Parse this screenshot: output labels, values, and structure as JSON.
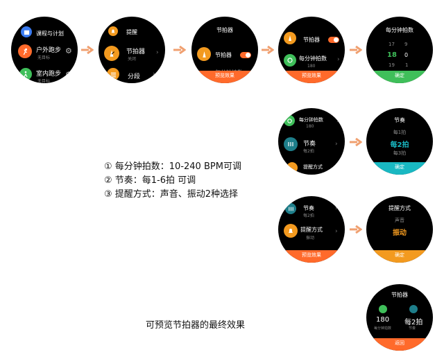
{
  "colors": {
    "accent_orange": "#ff6a2b",
    "accent_green": "#3fbf5a",
    "accent_cyan": "#19b8c2",
    "accent_amber": "#f39a1f",
    "arrow": "#f0a070"
  },
  "screen1": {
    "items": [
      {
        "label": "课程与计划",
        "sub": "",
        "icon": "calendar-icon"
      },
      {
        "label": "户外跑步",
        "sub": "无目标",
        "icon": "runner-icon"
      },
      {
        "label": "室内跑步",
        "sub": "无目标",
        "icon": "treadmill-icon"
      }
    ]
  },
  "screen2": {
    "items": [
      {
        "label": "提醒",
        "sub": "",
        "icon": "bell-icon"
      },
      {
        "label": "节拍器",
        "sub": "关闭",
        "icon": "metronome-icon"
      },
      {
        "label": "分段",
        "sub": "",
        "icon": "segment-icon"
      }
    ]
  },
  "screen3": {
    "title": "节拍器",
    "item": "节拍器",
    "cut": "每分钟拍数",
    "button": "预览效果"
  },
  "screen4": {
    "item1": "节拍器",
    "item2": "每分钟拍数",
    "item2_value": "180",
    "button": "预览效果"
  },
  "screen5": {
    "title": "每分钟拍数",
    "col1": [
      "17",
      "18",
      "19"
    ],
    "col2": [
      "9",
      "0",
      "1"
    ],
    "button": "确定"
  },
  "screen6": {
    "item1": "每分钟拍数",
    "item1_value": "180",
    "item2": "节奏",
    "item2_value": "每2拍",
    "item3": "提醒方式"
  },
  "screen7": {
    "title": "节奏",
    "options": [
      "每1拍",
      "每2拍",
      "每3拍"
    ],
    "button": "确定"
  },
  "screen8": {
    "item1": "节奏",
    "item1_value": "每2拍",
    "item2": "提醒方式",
    "item2_value": "振动",
    "button": "预览效果"
  },
  "screen9": {
    "title": "提醒方式",
    "options": [
      "声音",
      "振动"
    ],
    "button": "确定"
  },
  "screen10": {
    "title": "节拍器",
    "left_value": "180",
    "left_label": "每分钟拍数",
    "right_value": "每2拍",
    "right_label": "节奏",
    "button": "返回"
  },
  "notes": [
    "① 每分钟拍数：10-240 BPM可调",
    "② 节奏：每1-6拍 可调",
    "③ 提醒方式：声音、振动2种选择"
  ],
  "caption": "可预览节拍器的最终效果"
}
